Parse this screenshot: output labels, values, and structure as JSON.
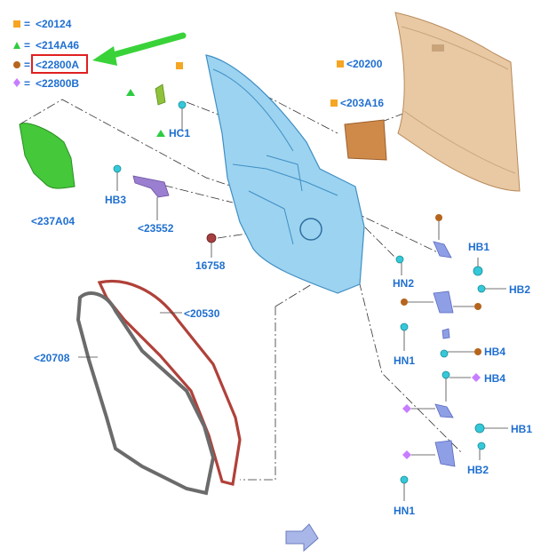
{
  "legend": [
    {
      "shape": "square",
      "color": "#f5a623",
      "code": "<20124"
    },
    {
      "shape": "triangle",
      "color": "#2ecc40",
      "code": "<214A46"
    },
    {
      "shape": "circle",
      "color": "#b5651d",
      "code": "<22800A"
    },
    {
      "shape": "diamond",
      "color": "#c77dff",
      "code": "<22800B"
    }
  ],
  "legend_separator": "=",
  "highlight": {
    "color": "#e02020",
    "arrow_color": "#39d339"
  },
  "parts": {
    "door_panel": "<20200",
    "trim_panel": "<203A16",
    "water_shield": "<237A04",
    "hc1": "HC1",
    "hb3": "HB3",
    "check_strap": "<23552",
    "bumper": "16758",
    "seal_inner": "<20530",
    "seal_outer": "<20708",
    "hb1_top": "HB1",
    "hb2_top": "HB2",
    "hn2": "HN2",
    "hn1_top": "HN1",
    "hb4_a": "HB4",
    "hb4_b": "HB4",
    "hb1_bottom": "HB1",
    "hb2_bottom": "HB2",
    "hn1_bottom": "HN1"
  },
  "colors": {
    "label": "#1f6fd1",
    "door_frame": "#9cd3f0",
    "door_frame_stroke": "#3f8fc4",
    "outer_panel": "#e8c9a4",
    "trim": "#cf8a4a",
    "shield": "#45c83a",
    "seal_inner": "#b0413a",
    "seal_outer": "#6b6b6b",
    "hinge": "#8f9fe6",
    "fastener": "#35c8d8",
    "strap": "#9a7fd0"
  },
  "icons": {
    "nav_arrow": "arrow-down-right-icon"
  }
}
